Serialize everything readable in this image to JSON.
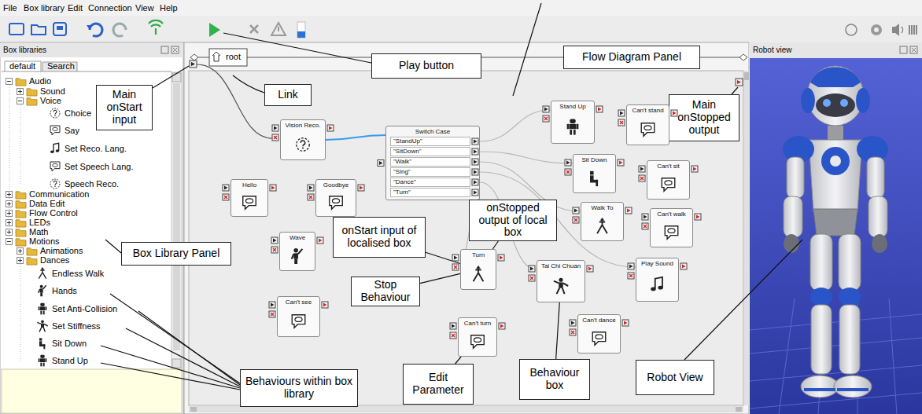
{
  "diagram": {
    "nodes": [
      {
        "text": [
          "Flow Diagram Panel"
        ]
      },
      {
        "text": [
          "Play button"
        ]
      },
      {
        "text": [
          "Link"
        ]
      },
      {
        "text": [
          "Main onStart input"
        ]
      },
      {
        "text": [
          "Main onStopped output"
        ]
      },
      {
        "text": [
          "Vision Reco."
        ]
      },
      {
        "text": [
          "Switch Case",
          "\"StandUp\"",
          "\"SitDown\"",
          "\"Walk\"",
          "\"Sing\"",
          "\"Dance\"",
          "\"Turn\""
        ]
      },
      {
        "text": [
          "Stand Up"
        ]
      },
      {
        "text": [
          "Can't stand"
        ]
      },
      {
        "text": [
          "Sit Down"
        ]
      },
      {
        "text": [
          "Can't sit"
        ]
      },
      {
        "text": [
          "Hello"
        ]
      },
      {
        "text": [
          "Goodbye"
        ]
      },
      {
        "text": [
          "onStopped output of local box"
        ]
      },
      {
        "text": [
          "Walk To"
        ]
      },
      {
        "text": [
          "Can't walk"
        ]
      },
      {
        "text": [
          "onStart input of localised box"
        ]
      },
      {
        "text": [
          "Wave"
        ]
      },
      {
        "text": [
          "Turn"
        ]
      },
      {
        "text": [
          "Box Library Panel"
        ]
      },
      {
        "text": [
          "Tai Chi Chuan"
        ]
      },
      {
        "text": [
          "Play Sound"
        ]
      },
      {
        "text": [
          "Stop Behaviour"
        ]
      },
      {
        "text": [
          "Can't see"
        ]
      },
      {
        "text": [
          "Can't turn"
        ]
      },
      {
        "text": [
          "Can't dance"
        ]
      },
      {
        "text": [
          "Behaviours within box library"
        ]
      },
      {
        "text": [
          "Edit Parameter"
        ]
      },
      {
        "text": [
          "Behaviour box"
        ]
      },
      {
        "text": [
          "Robot View"
        ]
      }
    ],
    "edges": [
      {
        "from": 5,
        "to": 6,
        "arrow": "none"
      },
      {
        "from": 6,
        "to": 7,
        "arrow": "none"
      },
      {
        "from": 6,
        "to": 9,
        "arrow": "none"
      },
      {
        "from": 6,
        "to": 14,
        "arrow": "none"
      },
      {
        "from": 6,
        "to": 21,
        "arrow": "none"
      },
      {
        "from": 6,
        "to": 20,
        "arrow": "none"
      },
      {
        "from": 6,
        "to": 18,
        "arrow": "none"
      },
      {
        "from": 13,
        "to": 18,
        "arrow": "none"
      },
      {
        "from": 16,
        "to": 18,
        "arrow": "none"
      },
      {
        "from": 22,
        "to": 18,
        "arrow": "none"
      },
      {
        "from": 27,
        "to": 24,
        "arrow": "none"
      },
      {
        "from": 28,
        "to": 20,
        "arrow": "none"
      }
    ],
    "labels": [
      "File",
      "Box library",
      "Edit",
      "Connection",
      "View",
      "Help",
      "root",
      "Box libraries",
      "default",
      "Search",
      "Audio",
      "Sound",
      "Voice",
      "Choice",
      "Say",
      "Set Reco. Lang.",
      "Set Speech Lang.",
      "Speech Reco.",
      "Communication",
      "Data Edit",
      "Flow Control",
      "LEDs",
      "Math",
      "Motions",
      "Animations",
      "Dances",
      "Endless Walk",
      "Hands",
      "Set Anti-Collision",
      "Set Stiffness",
      "Sit Down",
      "Stand Up",
      "Robot view"
    ]
  }
}
